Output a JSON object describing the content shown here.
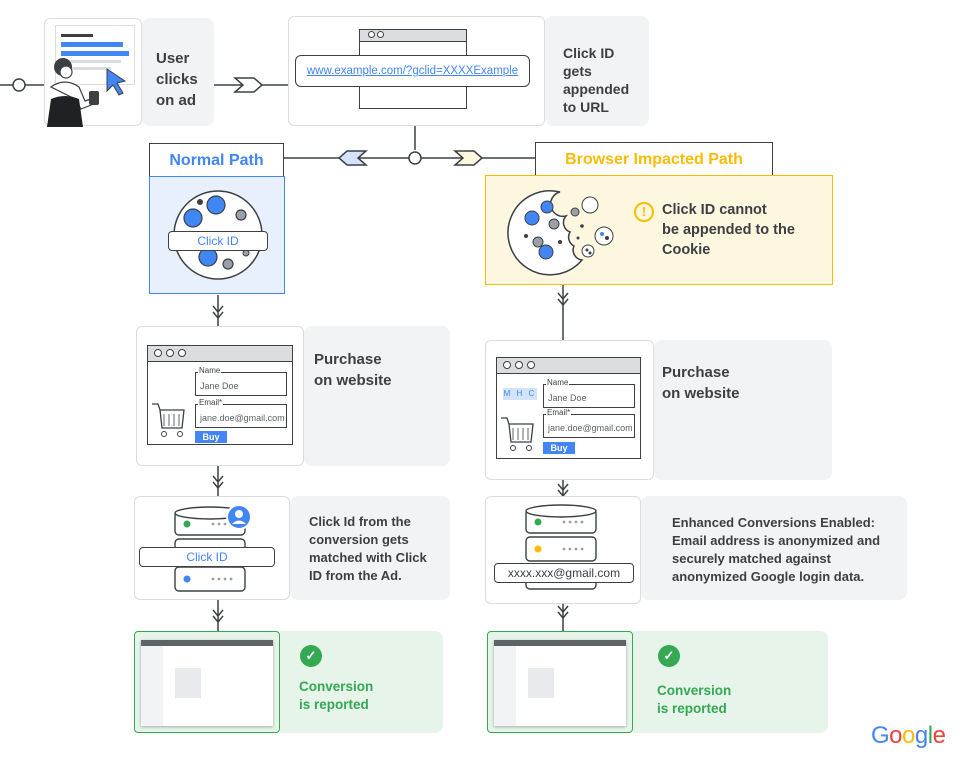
{
  "step1": {
    "label": "User\nclicks\non ad"
  },
  "step2": {
    "url": "www.example.com/?gclid=XXXXExample",
    "label": "Click ID\ngets\nappended\nto URL"
  },
  "normal": {
    "title": "Normal Path",
    "cookie_label": "Click ID",
    "purchase_label": "Purchase\non website",
    "form": {
      "name_label": "Name",
      "name_value": "Jane Doe",
      "email_label": "Email*",
      "email_value": "jane.doe@gmail.com",
      "buy_label": "Buy"
    },
    "db_label": "Click ID",
    "match_label": "Click Id from the\nconversion gets\nmatched with Click\nID from the Ad.",
    "result_label": "Conversion\nis reported"
  },
  "impacted": {
    "title": "Browser Impacted Path",
    "warning_label": "Click ID cannot\nbe appended to the\nCookie",
    "purchase_label": "Purchase\non website",
    "form": {
      "name_label": "Name",
      "name_value": "Jane Doe",
      "email_label": "Email*",
      "email_value": "jane.doe@gmail.com",
      "buy_label": "Buy"
    },
    "db_label": "xxxx.xxx@gmail.com",
    "enhanced_label": "Enhanced Conversions Enabled:\nEmail address is anonymized and\nsecurely matched against\nanonymized Google login data.",
    "result_label": "Conversion\nis reported"
  },
  "brand": {
    "logo_text": "Google"
  },
  "colors": {
    "blue": "#4285f4",
    "yellow": "#fbbc04",
    "green": "#34a853",
    "red": "#ea4335",
    "dark": "#3c4043"
  }
}
